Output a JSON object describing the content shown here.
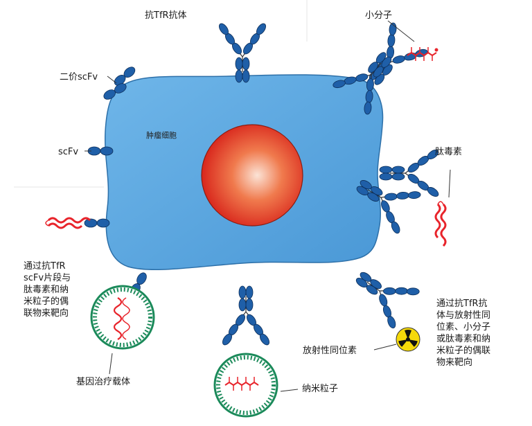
{
  "labels": {
    "anti_tfr_antibody": "抗TfR抗体",
    "small_molecule": "小分子",
    "bivalent_scfv": "二价scFv",
    "scfv": "scFv",
    "tumor_cell": "肿瘤细胞",
    "peptide_toxin": "肽毒素",
    "targeting_scfv_lines": [
      "通过抗TfR",
      "scFv片段与",
      "肽毒素和纳",
      "米粒子的偶",
      "联物来靶向"
    ],
    "targeting_antibody_lines": [
      "通过抗TfR抗",
      "体与放射性同",
      "位素、小分子",
      "或肽毒素和纳",
      "米粒子的偶联",
      "物来靶向"
    ],
    "radioisotope": "放射性同位素",
    "gene_therapy_carrier": "基因治疗载体",
    "nanoparticle": "纳米粒子"
  },
  "colors": {
    "cell": "#5aa8e0",
    "nucleus": "#e2382a",
    "antibody": "#1f5fa8",
    "toxin": "#e8242b",
    "nanoparticle_ring": "#1b8a5a",
    "radioactive": "#f5d90a"
  }
}
